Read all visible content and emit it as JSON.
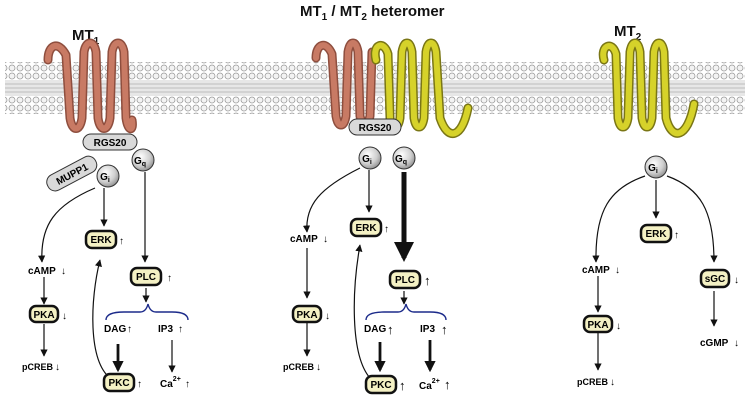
{
  "colors": {
    "mt1": "#c87a64",
    "mt2": "#d6d22a",
    "membrane": "#bdbdbd",
    "box_fill": "#f4f1c4",
    "dark_arrow": "#111111",
    "brace": "#1b2a8a"
  },
  "panels": {
    "mt1": {
      "title": "MT",
      "title_sub": "1",
      "rgs": "RGS20",
      "mupp": "MUPP1",
      "gi": {
        "main": "G",
        "sub": "i"
      },
      "gq": {
        "main": "G",
        "sub": "q"
      },
      "erk": "ERK",
      "camp": "cAMP",
      "pka": "PKA",
      "pcreb": "pCREB",
      "plc": "PLC",
      "dag": "DAG",
      "ip3": "IP3",
      "pkc": "PKC",
      "ca": {
        "main": "Ca",
        "sup": "2+"
      }
    },
    "hetero": {
      "title_a": "MT",
      "title_a_sub": "1",
      "title_sep": " / MT",
      "title_b_sub": "2",
      "title_tail": " heteromer",
      "rgs": "RGS20",
      "gi": {
        "main": "G",
        "sub": "i"
      },
      "gq": {
        "main": "G",
        "sub": "q"
      },
      "erk": "ERK",
      "camp": "cAMP",
      "pka": "PKA",
      "pcreb": "pCREB",
      "plc": "PLC",
      "dag": "DAG",
      "ip3": "IP3",
      "pkc": "PKC",
      "ca": {
        "main": "Ca",
        "sup": "2+"
      }
    },
    "mt2": {
      "title": "MT",
      "title_sub": "2",
      "gi": {
        "main": "G",
        "sub": "i"
      },
      "erk": "ERK",
      "camp": "cAMP",
      "pka": "PKA",
      "pcreb": "pCREB",
      "sgc": "sGC",
      "cgmp": "cGMP"
    }
  }
}
